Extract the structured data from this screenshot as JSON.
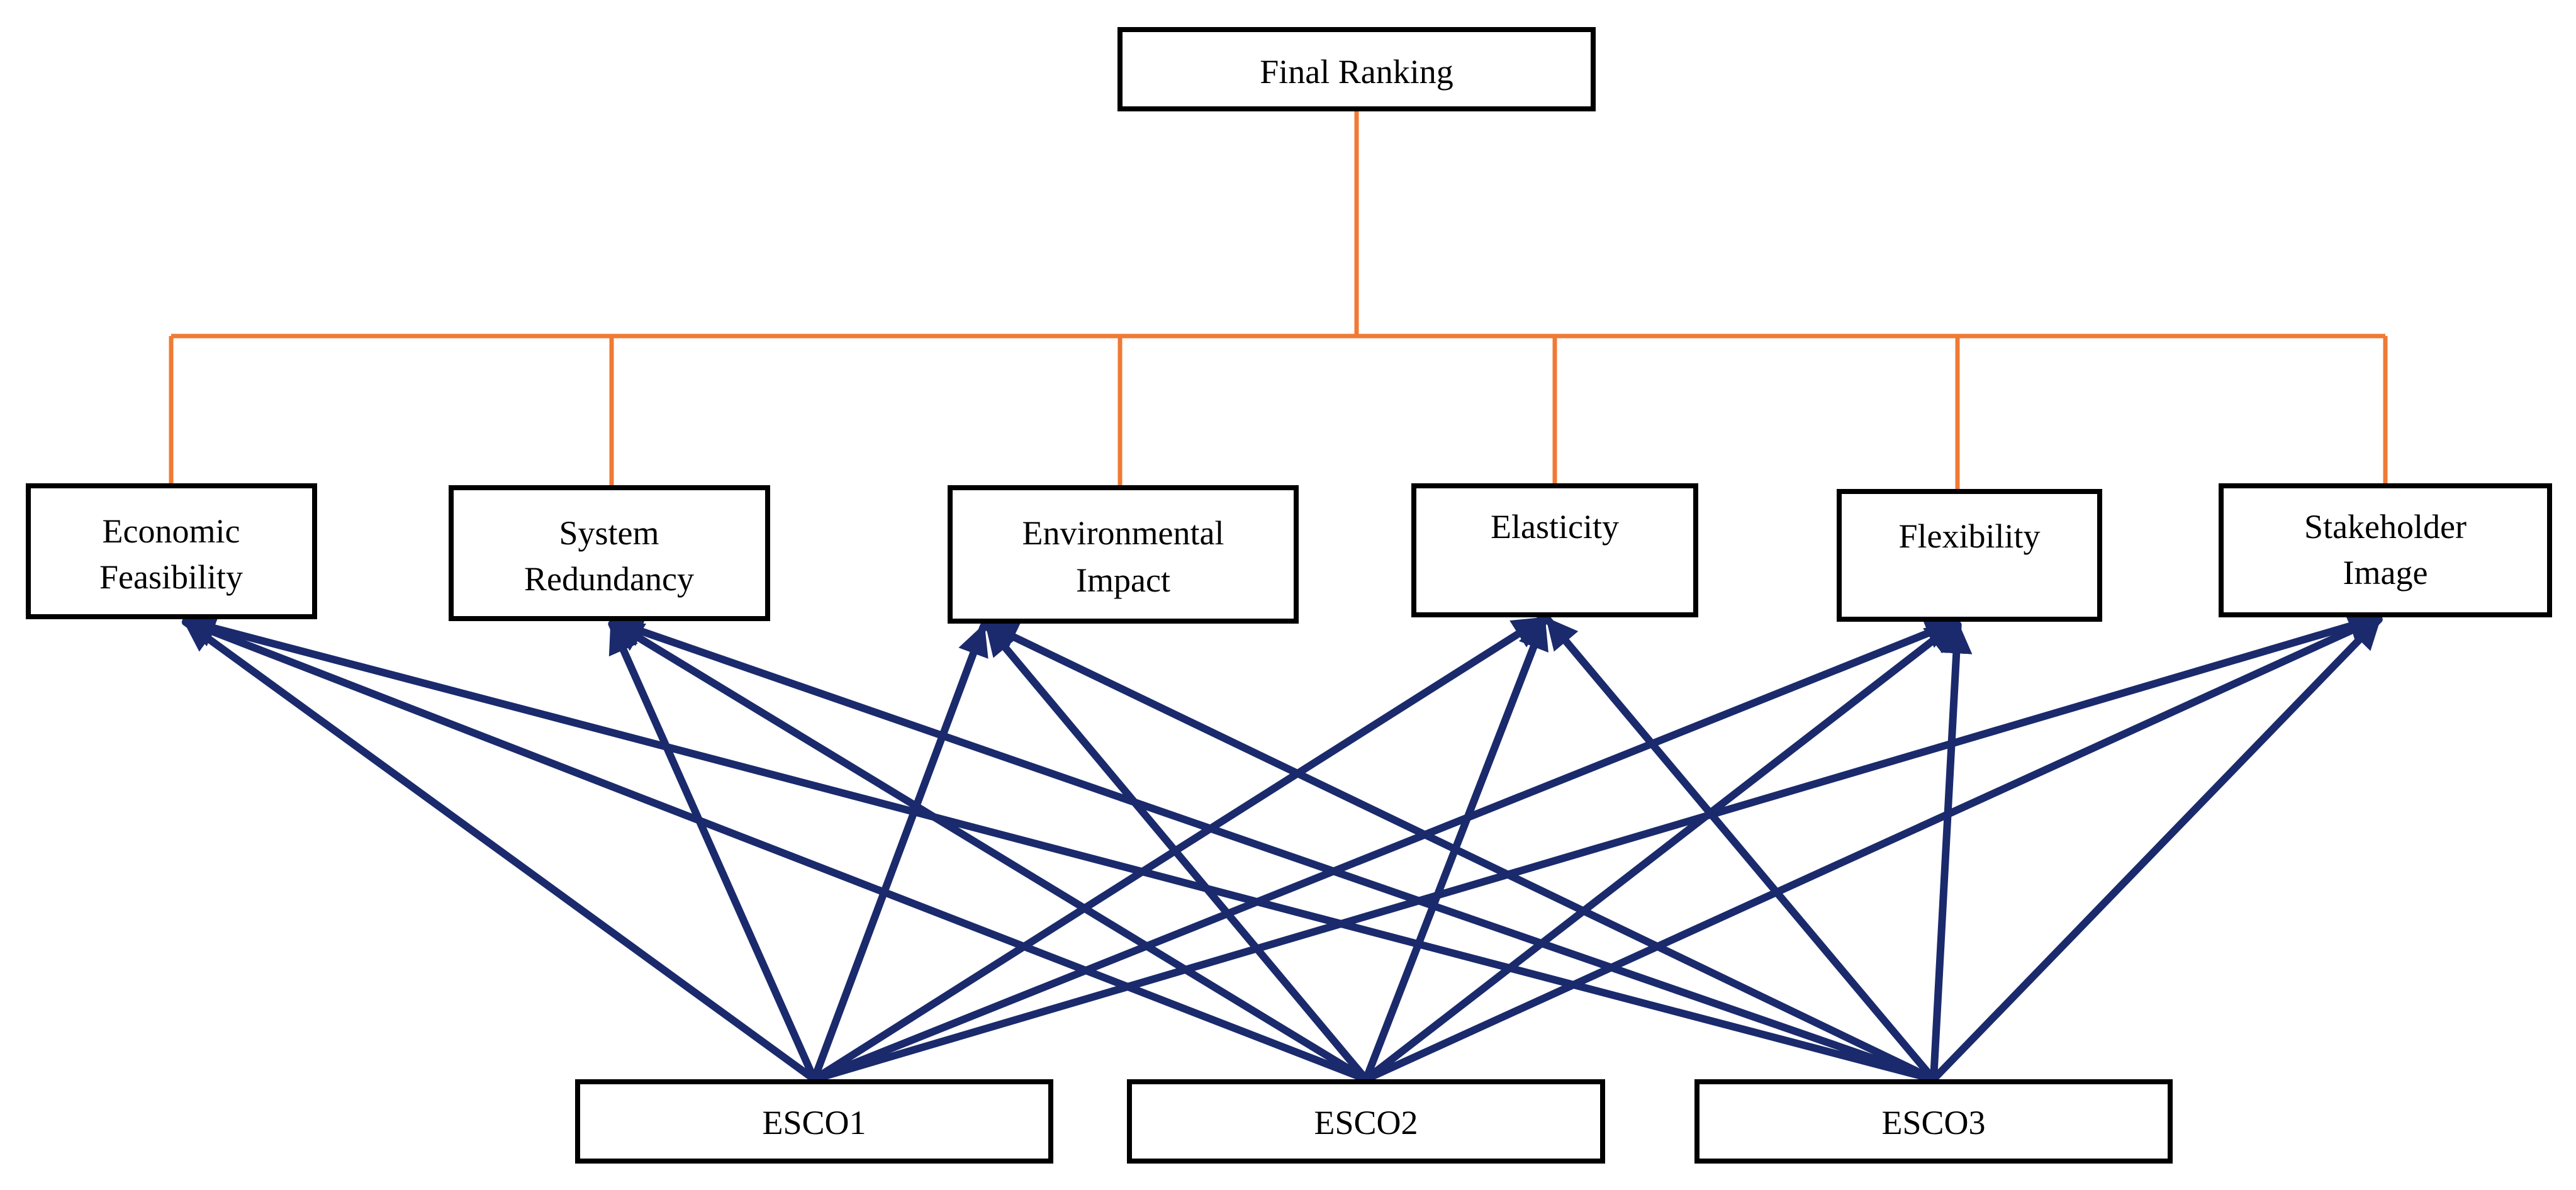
{
  "diagram": {
    "root": {
      "label": "Final Ranking"
    },
    "criteria": [
      {
        "id": "economic",
        "lines": [
          "Economic",
          "Feasibility"
        ]
      },
      {
        "id": "redundancy",
        "lines": [
          "System",
          "Redundancy"
        ]
      },
      {
        "id": "environmental",
        "lines": [
          "Environmental",
          "Impact"
        ]
      },
      {
        "id": "elasticity",
        "lines": [
          "Elasticity"
        ]
      },
      {
        "id": "flexibility",
        "lines": [
          "Flexibility"
        ]
      },
      {
        "id": "stakeholder",
        "lines": [
          "Stakeholder",
          "Image"
        ]
      }
    ],
    "alternatives": [
      {
        "id": "esco1",
        "label": "ESCO1"
      },
      {
        "id": "esco2",
        "label": "ESCO2"
      },
      {
        "id": "esco3",
        "label": "ESCO3"
      }
    ],
    "colors": {
      "hierarchy_line": "#f07a34",
      "arrow": "#1a2a6c",
      "box_border": "#000000"
    }
  }
}
